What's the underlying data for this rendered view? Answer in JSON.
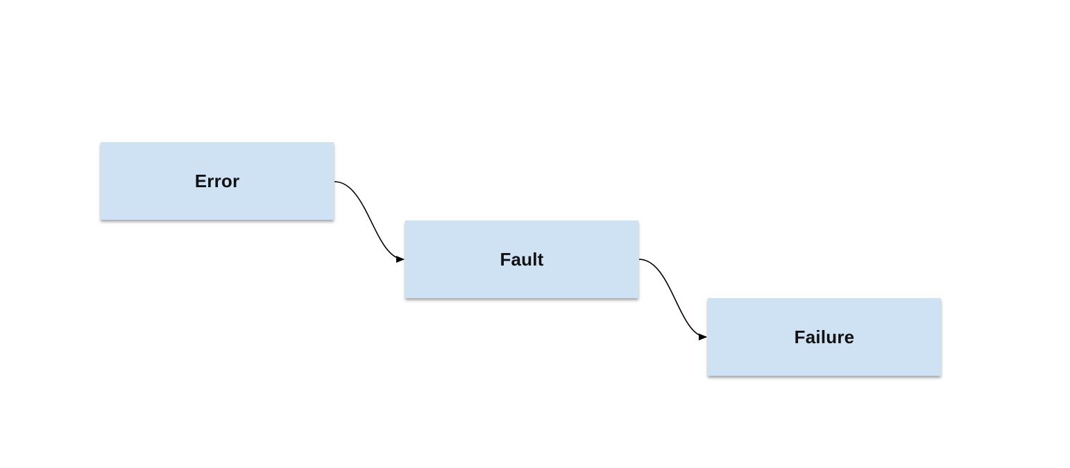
{
  "diagram": {
    "node_fill": "#cfe2f3",
    "edge_color": "#000000",
    "nodes": [
      {
        "id": "error",
        "label": "Error"
      },
      {
        "id": "fault",
        "label": "Fault"
      },
      {
        "id": "failure",
        "label": "Failure"
      }
    ],
    "edges": [
      {
        "from": "error",
        "to": "fault"
      },
      {
        "from": "fault",
        "to": "failure"
      }
    ]
  }
}
